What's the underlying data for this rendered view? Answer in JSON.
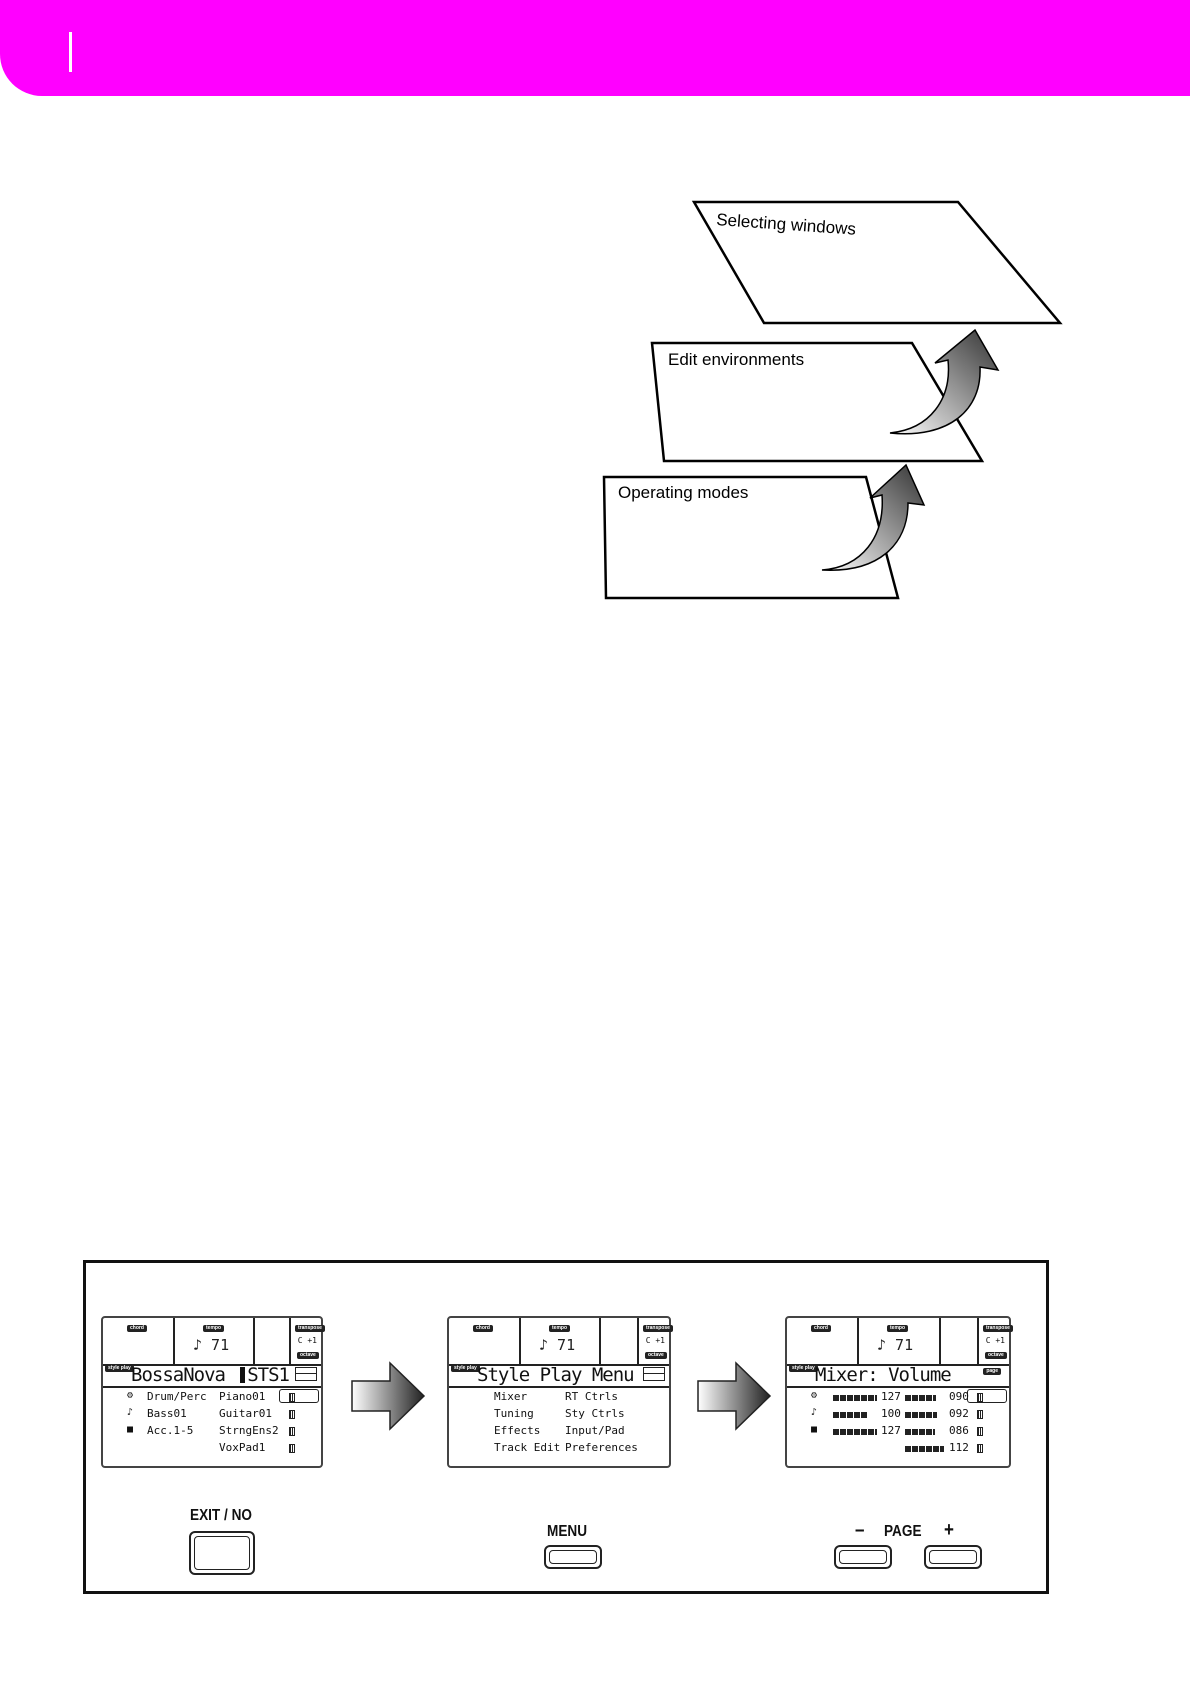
{
  "diagram": {
    "layers": [
      {
        "label": "Selecting windows"
      },
      {
        "label": "Edit environments"
      },
      {
        "label": "Operating modes"
      }
    ]
  },
  "panel": {
    "screens": [
      {
        "chord_tag": "chord",
        "tempo_tag": "tempo",
        "tempo_value": "♪ 71",
        "transpose_tag": "transpose",
        "transpose_value": "C +1",
        "octave_tag": "octave",
        "mode_tag": "style play",
        "title": "BossaNova",
        "style_slot": "STS1",
        "rows": [
          {
            "icon": "drum-icon",
            "a": "Drum/Perc",
            "b": "Piano01"
          },
          {
            "icon": "bass-icon",
            "a": "Bass01",
            "b": "Guitar01"
          },
          {
            "icon": "acc-icon",
            "a": "Acc.1-5",
            "b": "StrngEns2"
          },
          {
            "icon": "",
            "a": "",
            "b": "VoxPad1"
          }
        ]
      },
      {
        "chord_tag": "chord",
        "tempo_tag": "tempo",
        "tempo_value": "♪ 71",
        "transpose_tag": "transpose",
        "transpose_value": "C +1",
        "octave_tag": "octave",
        "mode_tag": "style play",
        "title": "Style Play Menu",
        "rows": [
          {
            "a": "Mixer",
            "b": "RT Ctrls"
          },
          {
            "a": "Tuning",
            "b": "Sty Ctrls"
          },
          {
            "a": "Effects",
            "b": "Input/Pad"
          },
          {
            "a": "Track Edit",
            "b": "Preferences"
          }
        ]
      },
      {
        "chord_tag": "chord",
        "tempo_tag": "tempo",
        "tempo_value": "♪ 71",
        "transpose_tag": "transpose",
        "transpose_value": "C +1",
        "octave_tag": "octave",
        "mode_tag": "style play",
        "title": "Mixer: Volume",
        "page_tag": "page",
        "rows": [
          {
            "icon": "drum-icon",
            "v1": "127",
            "v2": "090",
            "level1": 1.0,
            "level2": 0.7
          },
          {
            "icon": "bass-icon",
            "v1": "100",
            "v2": "092",
            "level1": 0.78,
            "level2": 0.72
          },
          {
            "icon": "acc-icon",
            "v1": "127",
            "v2": "086",
            "level1": 1.0,
            "level2": 0.68
          },
          {
            "icon": "",
            "v1": "",
            "v2": "112",
            "level1": 0,
            "level2": 0.88
          }
        ]
      }
    ],
    "buttons": {
      "exit": "EXIT / NO",
      "menu": "MENU",
      "page": "PAGE",
      "minus": "–",
      "plus": "+"
    }
  }
}
